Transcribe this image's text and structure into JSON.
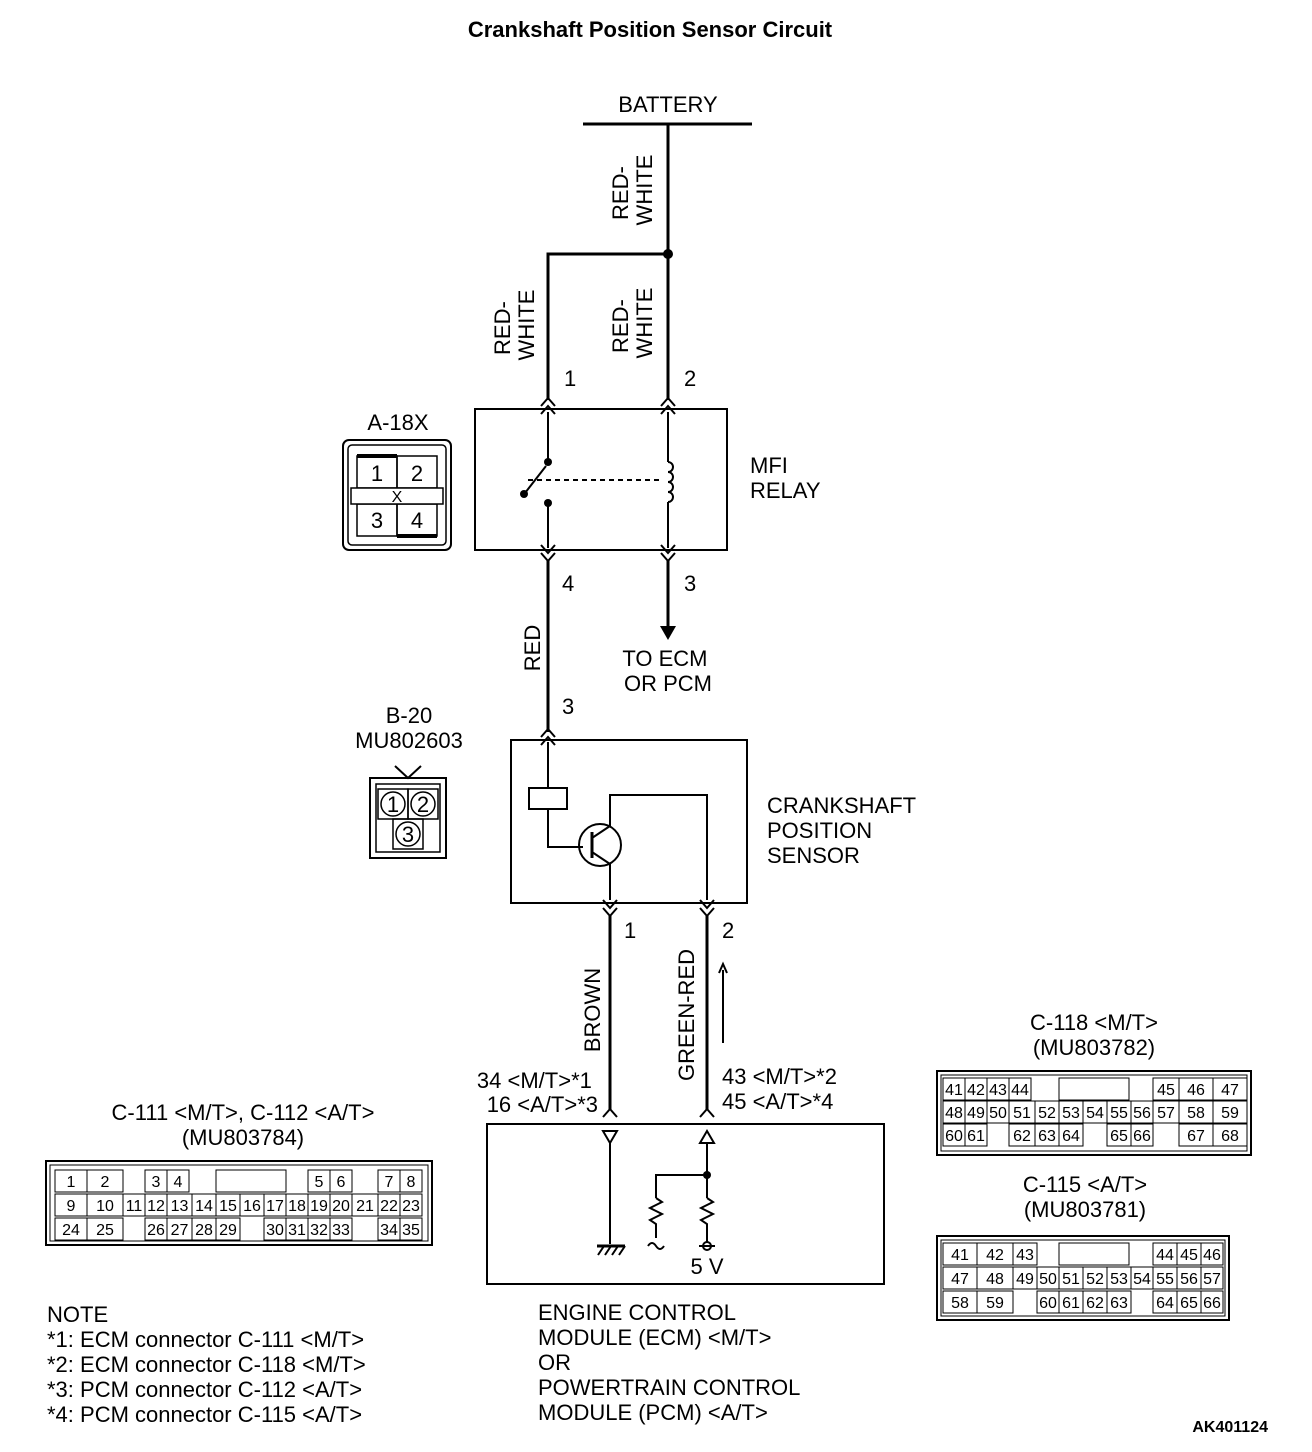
{
  "title": "Crankshaft Position Sensor Circuit",
  "battery": "BATTERY",
  "wires": {
    "red_white_top_1": "RED-",
    "red_white_top_2": "WHITE",
    "red_white_left_1": "RED-",
    "red_white_left_2": "WHITE",
    "red_white_right_1": "RED-",
    "red_white_right_2": "WHITE",
    "red": "RED",
    "brown": "BROWN",
    "green_red": "GREEN-RED"
  },
  "relay": {
    "label_1": "MFI",
    "label_2": "RELAY",
    "pin_1": "1",
    "pin_2": "2",
    "pin_3": "3",
    "pin_4": "4",
    "to_ecm_1": "TO ECM",
    "to_ecm_2": "OR PCM"
  },
  "connector_a18x": {
    "name": "A-18X",
    "pins": [
      "1",
      "2",
      "3",
      "4"
    ],
    "x_mark": "X"
  },
  "connector_b20": {
    "name": "B-20",
    "part": "MU802603",
    "pins": [
      "1",
      "2",
      "3"
    ]
  },
  "sensor": {
    "label_1": "CRANKSHAFT",
    "label_2": "POSITION",
    "label_3": "SENSOR",
    "pin_3": "3",
    "pin_1": "1",
    "pin_2": "2"
  },
  "ecm_pins": {
    "left_1": "34 <M/T>*1",
    "left_2": "16 <A/T>*3",
    "right_1": "43 <M/T>*2",
    "right_2": "45 <A/T>*4",
    "voltage": "5 V"
  },
  "ecm_label": [
    "ENGINE CONTROL",
    "MODULE (ECM) <M/T>",
    "OR",
    "POWERTRAIN CONTROL",
    "MODULE (PCM) <A/T>"
  ],
  "connector_c111": {
    "name": "C-111 <M/T>, C-112 <A/T>",
    "part": "(MU803784)",
    "row1": [
      "1",
      "2",
      "",
      "3",
      "4",
      "",
      "5",
      "6",
      "",
      "7",
      "8"
    ],
    "row2": [
      "9",
      "10",
      "11",
      "12",
      "13",
      "14",
      "15",
      "16",
      "17",
      "18",
      "19",
      "20",
      "21",
      "22",
      "23"
    ],
    "row3": [
      "24",
      "25",
      "",
      "26",
      "27",
      "28",
      "29",
      "",
      "30",
      "31",
      "32",
      "33",
      "",
      "34",
      "35"
    ]
  },
  "connector_c118": {
    "name": "C-118 <M/T>",
    "part": "(MU803782)",
    "row1": [
      "41",
      "42",
      "43",
      "44",
      "",
      "45",
      "46",
      "47"
    ],
    "row2": [
      "48",
      "49",
      "50",
      "51",
      "52",
      "53",
      "54",
      "55",
      "56",
      "57",
      "58",
      "59"
    ],
    "row3": [
      "60",
      "61",
      "",
      "62",
      "63",
      "64",
      "",
      "65",
      "66",
      "",
      "67",
      "68"
    ]
  },
  "connector_c115": {
    "name": "C-115 <A/T>",
    "part": "(MU803781)",
    "row1": [
      "41",
      "42",
      "43",
      "",
      "44",
      "45",
      "46"
    ],
    "row2": [
      "47",
      "48",
      "49",
      "50",
      "51",
      "52",
      "53",
      "54",
      "55",
      "56",
      "57"
    ],
    "row3": [
      "58",
      "59",
      "",
      "60",
      "61",
      "62",
      "63",
      "",
      "64",
      "65",
      "66"
    ]
  },
  "notes": {
    "heading": "NOTE",
    "lines": [
      "*1: ECM connector C-111 <M/T>",
      "*2: ECM connector C-118 <M/T>",
      "*3: PCM connector C-112 <A/T>",
      "*4: PCM connector C-115 <A/T>"
    ]
  },
  "figure_code": "AK401124"
}
